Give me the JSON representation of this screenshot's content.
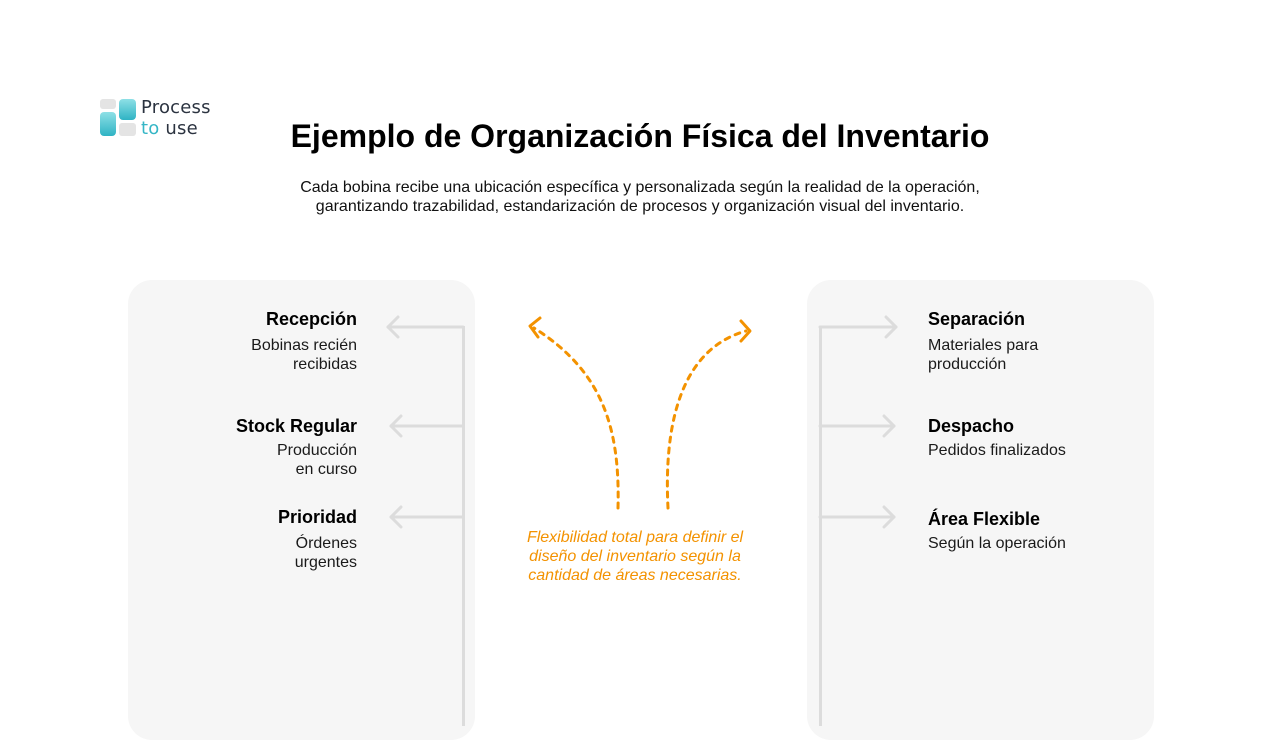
{
  "logo": {
    "line1": "Process",
    "line2_accent": "to",
    "line2_rest": "use"
  },
  "header": {
    "title": "Ejemplo de Organización Física del Inventario",
    "subtitle_line1": "Cada bobina recibe una ubicación específica y personalizada según la realidad de la operación,",
    "subtitle_line2": "garantizando trazabilidad, estandarización de procesos y organización visual del inventario."
  },
  "left_areas": [
    {
      "title": "Recepción",
      "desc_line1": "Bobinas recién",
      "desc_line2": "recibidas"
    },
    {
      "title": "Stock Regular",
      "desc_line1": "Producción",
      "desc_line2": "en curso"
    },
    {
      "title": "Prioridad",
      "desc_line1": "Órdenes",
      "desc_line2": "urgentes"
    }
  ],
  "right_areas": [
    {
      "title": "Separación",
      "desc_line1": "Materiales para",
      "desc_line2": "producción"
    },
    {
      "title": "Despacho",
      "desc_line1": "Pedidos finalizados"
    },
    {
      "title": "Área Flexible",
      "desc_line1": "Según la operación"
    }
  ],
  "center_note": {
    "line1": "Flexibilidad total para definir el",
    "line2": "diseño del inventario según la",
    "line3": "cantidad de áreas necesarias."
  },
  "colors": {
    "accent_orange": "#f39200",
    "logo_teal": "#35b6c6",
    "panel_bg": "#f6f6f6",
    "connector_gray": "#dcdcdc"
  }
}
